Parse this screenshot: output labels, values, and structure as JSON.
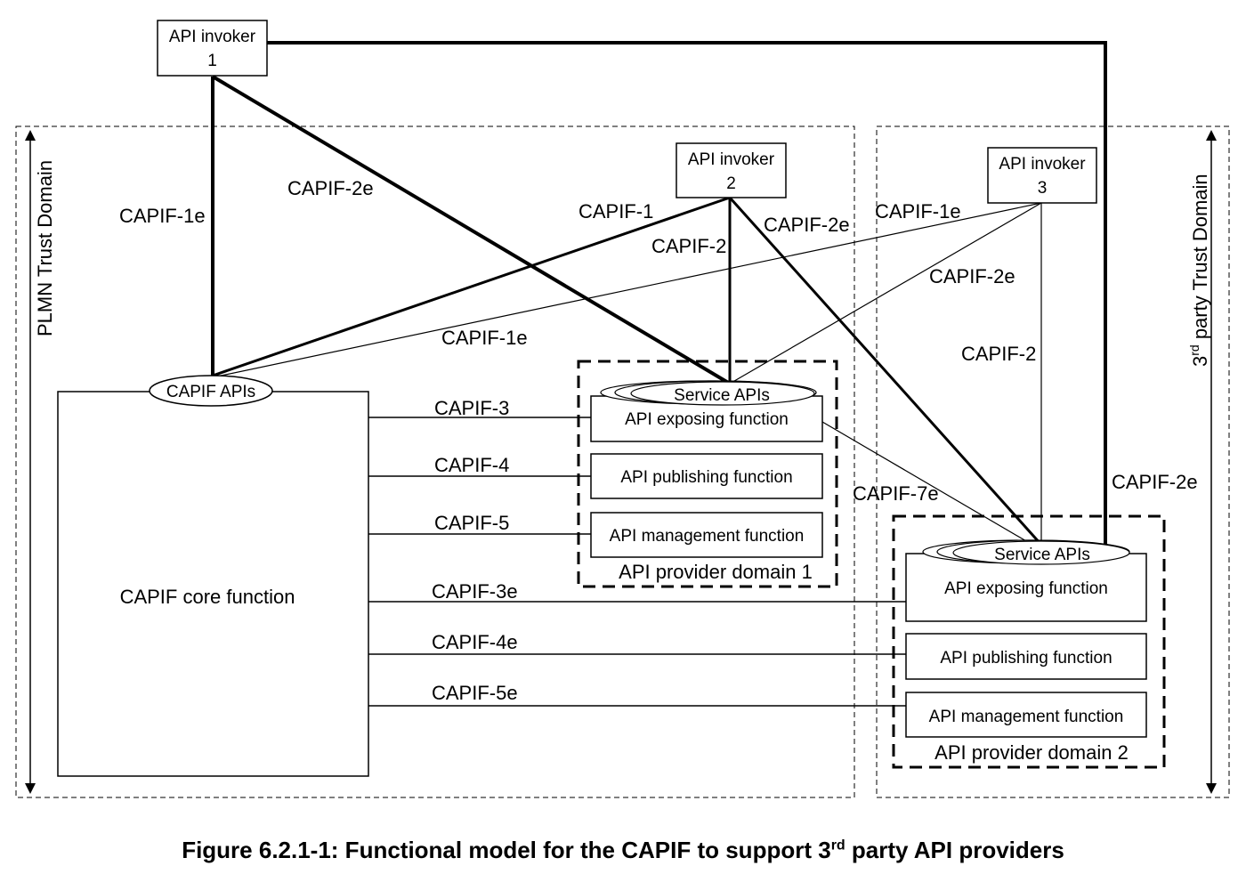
{
  "domains": {
    "plmn_trust": "PLMN Trust Domain",
    "third_party_trust_prefix": "3",
    "third_party_trust_sup": "rd",
    "third_party_trust_suffix": " party Trust Domain"
  },
  "invokers": {
    "inv1": {
      "line1": "API invoker",
      "line2": "1"
    },
    "inv2": {
      "line1": "API invoker",
      "line2": "2"
    },
    "inv3": {
      "line1": "API invoker",
      "line2": "3"
    }
  },
  "core": {
    "capif_apis": "CAPIF APIs",
    "core_function": "CAPIF core function"
  },
  "provider1": {
    "service_apis": "Service APIs",
    "exposing": "API exposing function",
    "publishing": "API publishing function",
    "management": "API management function",
    "domain_label": "API provider domain 1"
  },
  "provider2": {
    "service_apis": "Service APIs",
    "exposing": "API exposing function",
    "publishing": "API publishing function",
    "management": "API management function",
    "domain_label": "API provider domain 2"
  },
  "refs": {
    "capif_1e_inv1": "CAPIF-1e",
    "capif_2e_inv1": "CAPIF-2e",
    "capif_1_inv2": "CAPIF-1",
    "capif_2_inv2": "CAPIF-2",
    "capif_2e_inv2": "CAPIF-2e",
    "capif_1e_inv3_top": "CAPIF-1e",
    "capif_1e_inv3_mid": "CAPIF-1e",
    "capif_2e_inv3": "CAPIF-2e",
    "capif_2_inv3": "CAPIF-2",
    "capif_2e_right": "CAPIF-2e",
    "capif_7e": "CAPIF-7e",
    "capif_3": "CAPIF-3",
    "capif_4": "CAPIF-4",
    "capif_5": "CAPIF-5",
    "capif_3e": "CAPIF-3e",
    "capif_4e": "CAPIF-4e",
    "capif_5e": "CAPIF-5e"
  },
  "caption": {
    "prefix": "Figure 6.2.1-1: Functional model for the CAPIF to support 3",
    "sup": "rd",
    "suffix": " party API providers"
  }
}
